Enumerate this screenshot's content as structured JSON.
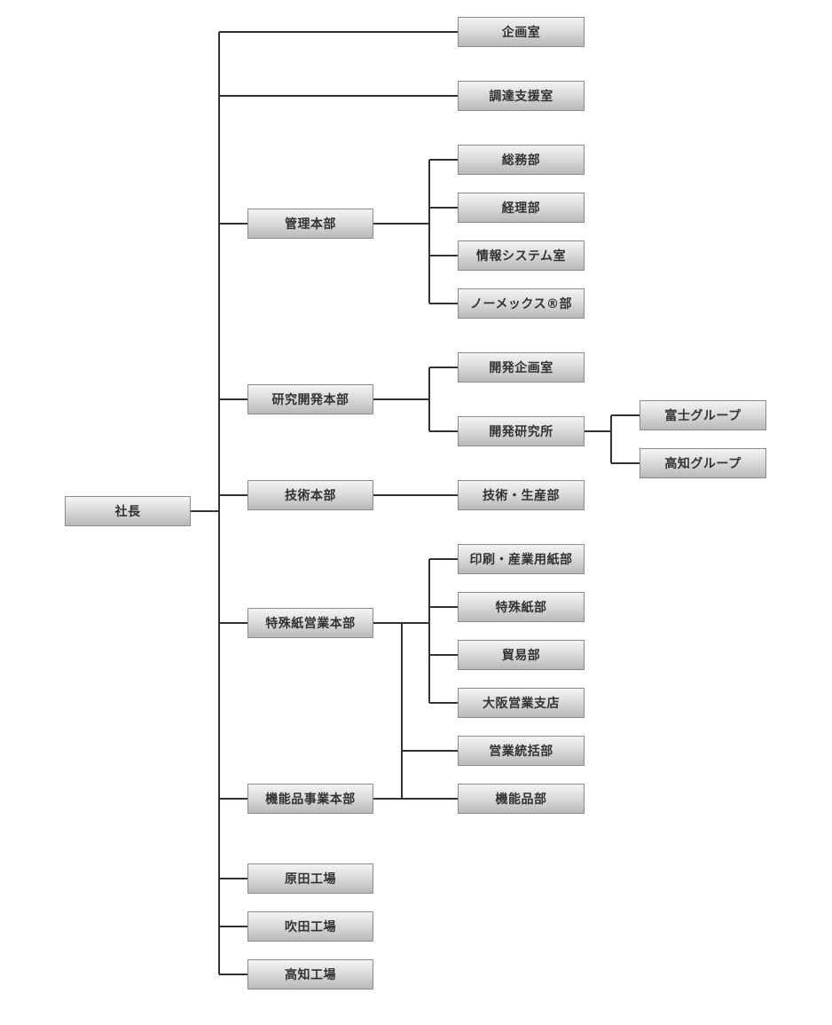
{
  "org": {
    "president": "社長",
    "planning_office": "企画室",
    "procurement_office": "調達支援室",
    "admin_hq": "管理本部",
    "general_affairs": "総務部",
    "accounting": "経理部",
    "info_systems": "情報システム室",
    "nomex": "ノーメックス®部",
    "rd_hq": "研究開発本部",
    "dev_planning": "開発企画室",
    "dev_lab": "開発研究所",
    "fuji_group": "富士グループ",
    "kochi_group": "高知グループ",
    "tech_hq": "技術本部",
    "tech_production": "技術・生産部",
    "special_paper_hq": "特殊紙営業本部",
    "printing_industrial": "印刷・産業用紙部",
    "special_paper": "特殊紙部",
    "trade": "貿易部",
    "osaka_branch": "大阪営業支店",
    "sales_control": "営業統括部",
    "functional_hq": "機能品事業本部",
    "functional_products": "機能品部",
    "harada_factory": "原田工場",
    "suita_factory": "吹田工場",
    "kochi_factory": "高知工場"
  }
}
